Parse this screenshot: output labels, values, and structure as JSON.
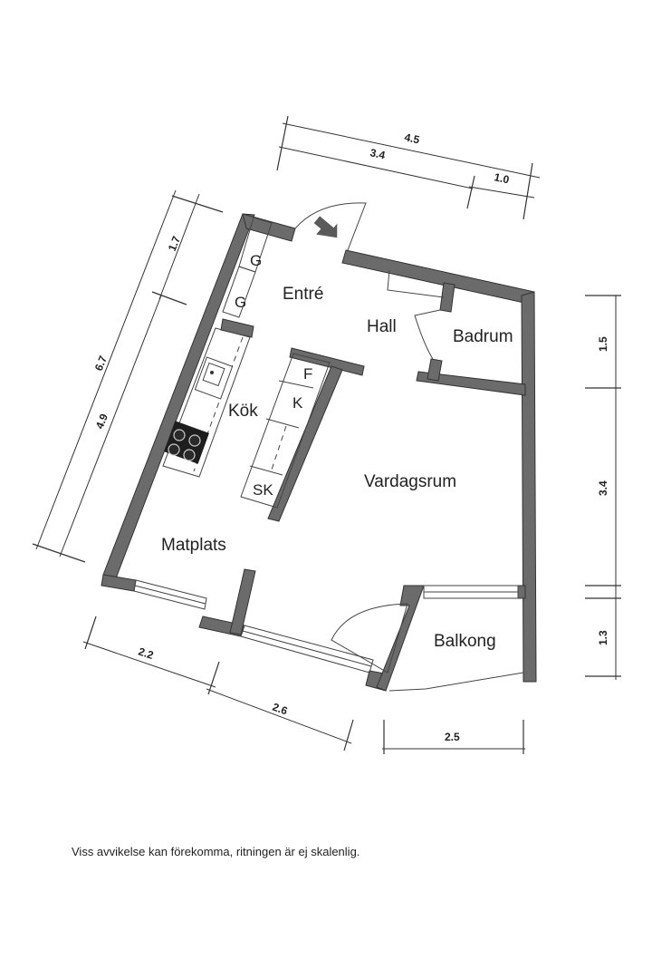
{
  "rooms": {
    "entre": "Entré",
    "hall": "Hall",
    "badrum": "Badrum",
    "kok": "Kök",
    "vardagsrum": "Vardagsrum",
    "matplats": "Matplats",
    "balkong": "Balkong"
  },
  "fixtures": {
    "g1": "G",
    "g2": "G",
    "f": "F",
    "k": "K",
    "sk": "SK"
  },
  "dimensions": {
    "top_total": "4.5",
    "top_left": "3.4",
    "top_right": "1.0",
    "left_total": "6.7",
    "left_upper": "1.7",
    "left_lower": "4.9",
    "right_upper": "1.5",
    "right_middle": "3.4",
    "right_lower": "1.3",
    "bottom_left": "2.2",
    "bottom_mid": "2.6",
    "bottom_right": "2.5"
  },
  "disclaimer": "Viss avvikelse kan förekomma, ritningen är ej skalenlig."
}
